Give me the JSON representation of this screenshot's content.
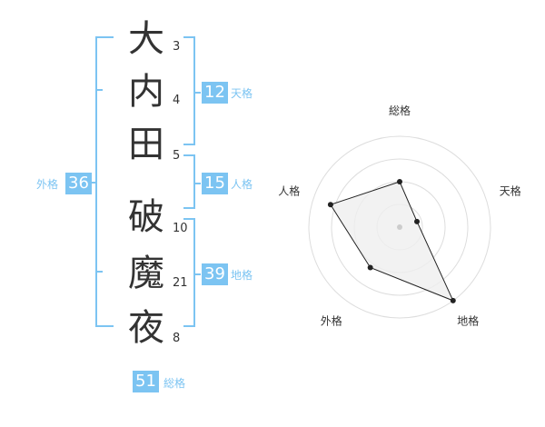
{
  "characters": [
    {
      "char": "大",
      "strokes": "3"
    },
    {
      "char": "内",
      "strokes": "4"
    },
    {
      "char": "田",
      "strokes": "5"
    },
    {
      "char": "破",
      "strokes": "10"
    },
    {
      "char": "魔",
      "strokes": "21"
    },
    {
      "char": "夜",
      "strokes": "8"
    }
  ],
  "kaku": {
    "tenkaku": {
      "value": "12",
      "label": "天格"
    },
    "jinkaku": {
      "value": "15",
      "label": "人格"
    },
    "chikaku": {
      "value": "39",
      "label": "地格"
    },
    "gaikaku": {
      "value": "36",
      "label": "外格"
    },
    "soukaku": {
      "value": "51",
      "label": "総格"
    }
  },
  "colors": {
    "accent": "#7cc4f2",
    "text": "#333333",
    "grid": "#dddddd",
    "fill": "#efefef"
  },
  "chart_data": {
    "type": "radar",
    "axes": [
      "総格",
      "天格",
      "地格",
      "外格",
      "人格"
    ],
    "values": [
      0.5,
      0.2,
      1.0,
      0.55,
      0.8
    ],
    "rings": 4,
    "grid": true
  }
}
